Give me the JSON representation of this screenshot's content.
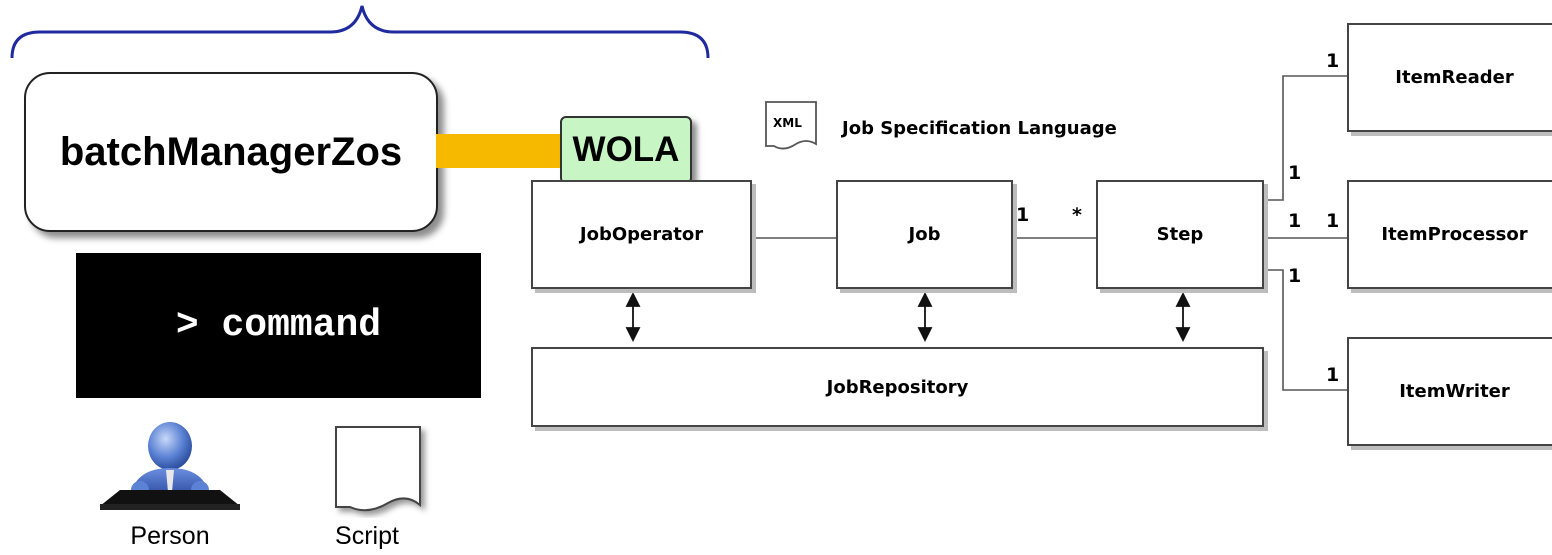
{
  "left": {
    "batch_manager": "batchManagerZos",
    "wola": "WOLA",
    "command": "> command",
    "person_caption": "Person",
    "script_caption": "Script"
  },
  "diagram": {
    "xml_icon": "XML",
    "spec_label": "Job Specification Language",
    "job_operator": "JobOperator",
    "job": "Job",
    "step": "Step",
    "job_repository": "JobRepository",
    "item_reader": "ItemReader",
    "item_processor": "ItemProcessor",
    "item_writer": "ItemWriter",
    "mult_job": "1",
    "mult_step": "*",
    "mult_step_top": "1",
    "mult_reader": "1",
    "mult_step_mid": "1",
    "mult_processor": "1",
    "mult_step_bottom": "1",
    "mult_writer": "1"
  },
  "colors": {
    "brace": "#1f2a9e",
    "wola_fill": "#c8f5c4",
    "wola_link": "#f7b800",
    "command_bg": "#000000",
    "person": "#4d74c9"
  }
}
